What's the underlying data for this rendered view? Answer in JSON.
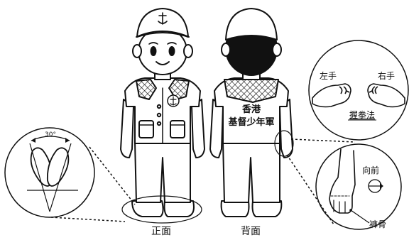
{
  "labels": {
    "front": "正面",
    "back": "背面",
    "left_hand": "左手",
    "right_hand": "右手",
    "fist_method": "握拳法",
    "forward": "向前",
    "thumb": "褲骨",
    "angle": "30°",
    "vest_line1": "香港",
    "vest_line2": "基督少年軍"
  },
  "colors": {
    "line": "#111111",
    "fill": "#ffffff",
    "hair_black": "#111111"
  }
}
